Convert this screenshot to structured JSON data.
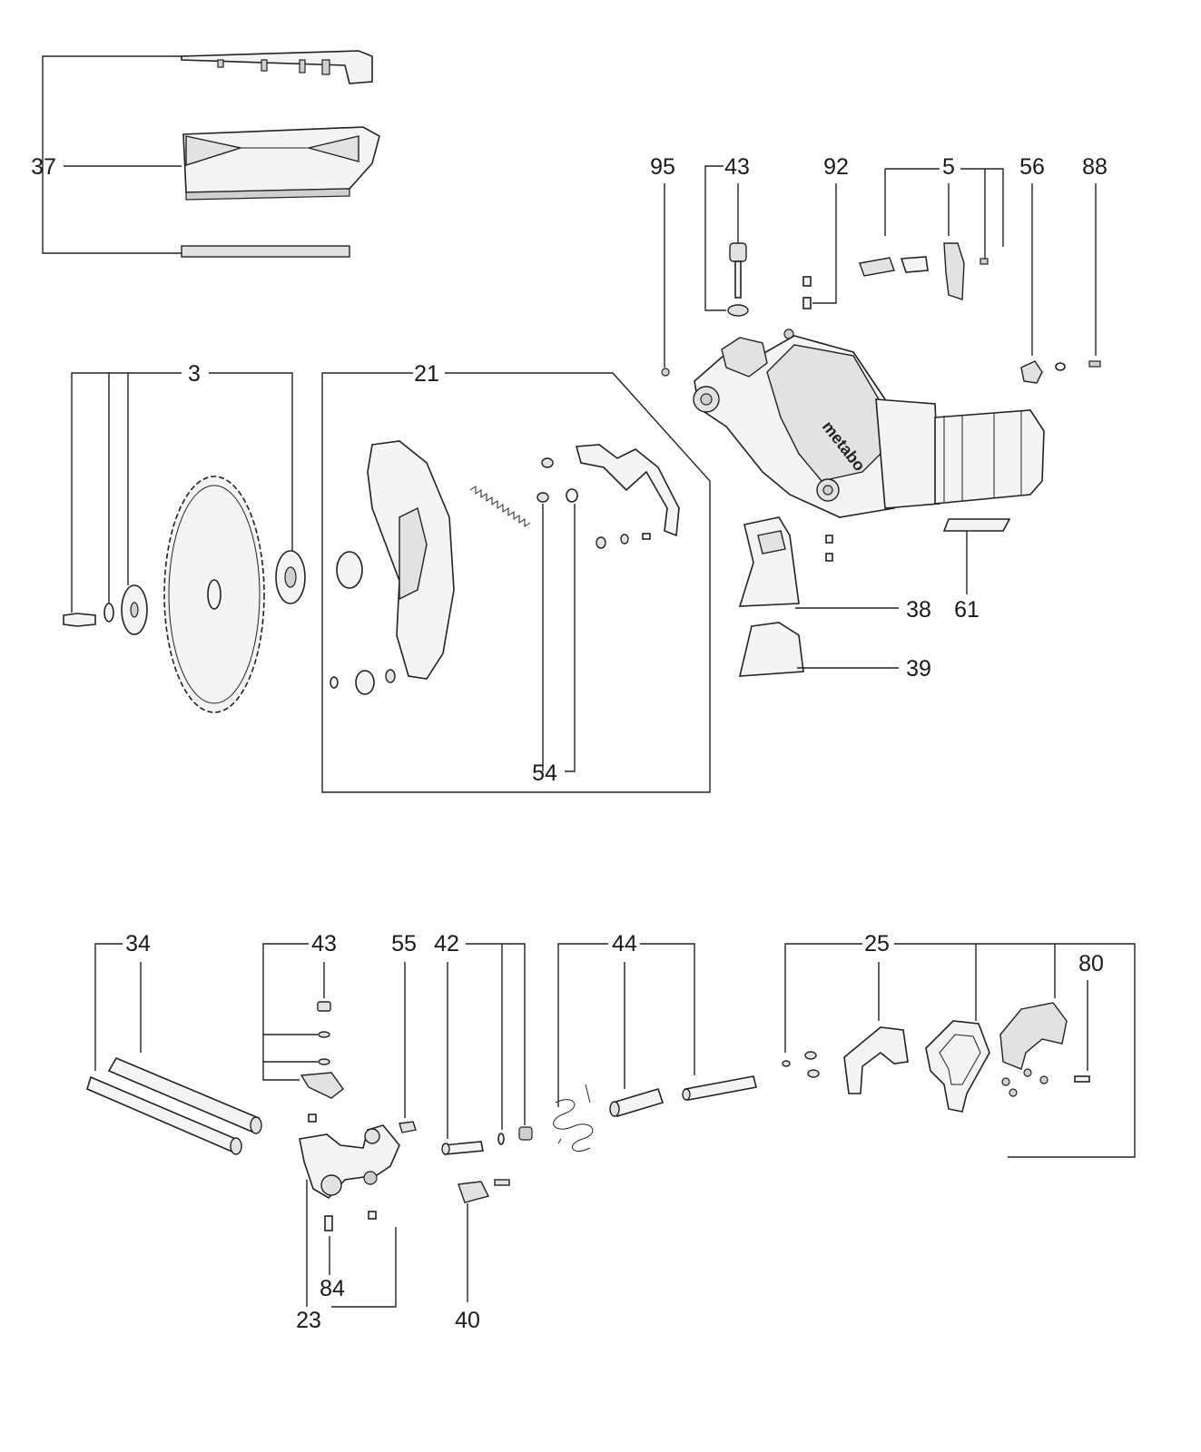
{
  "labels": {
    "p37": "37",
    "p95": "95",
    "p43a": "43",
    "p92": "92",
    "p5": "5",
    "p56": "56",
    "p88": "88",
    "p3": "3",
    "p21": "21",
    "p38": "38",
    "p61": "61",
    "p39": "39",
    "p54": "54",
    "p34": "34",
    "p43b": "43",
    "p55": "55",
    "p42": "42",
    "p44": "44",
    "p25": "25",
    "p80": "80",
    "p84": "84",
    "p23": "23",
    "p40": "40"
  },
  "brand_mark": "metabo",
  "colors": {
    "line": "#222222",
    "part_fill": "#f4f4f4",
    "part_shade": "#d0d0d0"
  }
}
